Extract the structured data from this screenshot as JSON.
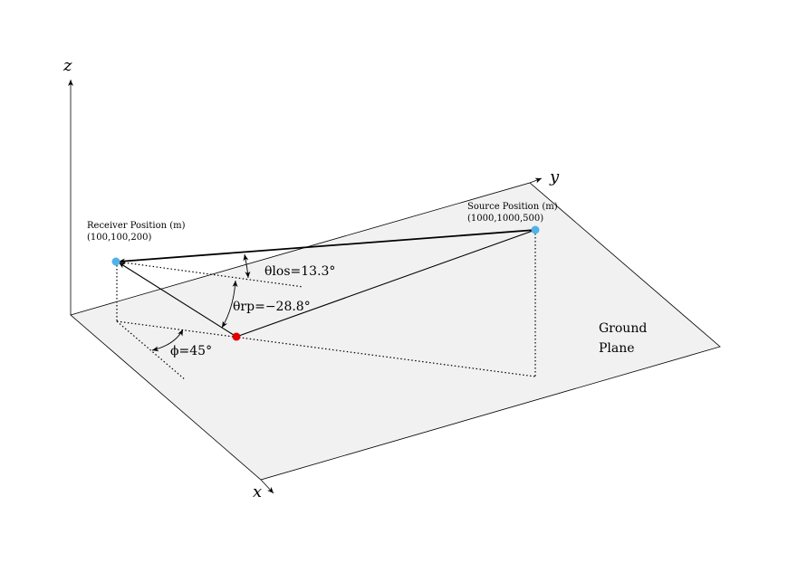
{
  "axes": {
    "x": "x",
    "y": "y",
    "z": "z"
  },
  "receiver": {
    "title": "Receiver Position (m)",
    "coords": "(100,100,200)",
    "color": "#4fb3e8"
  },
  "source": {
    "title": "Source Position (m)",
    "coords": "(1000,1000,500)",
    "color": "#4fb3e8"
  },
  "reflection_point": {
    "color": "#e00000"
  },
  "ground_plane": {
    "line1": "Ground",
    "line2": "Plane",
    "fill": "#f1f1f1"
  },
  "angles": {
    "los": "θlos=13.3°",
    "rp": "θrp=−28.8°",
    "phi": "ϕ=45°"
  }
}
